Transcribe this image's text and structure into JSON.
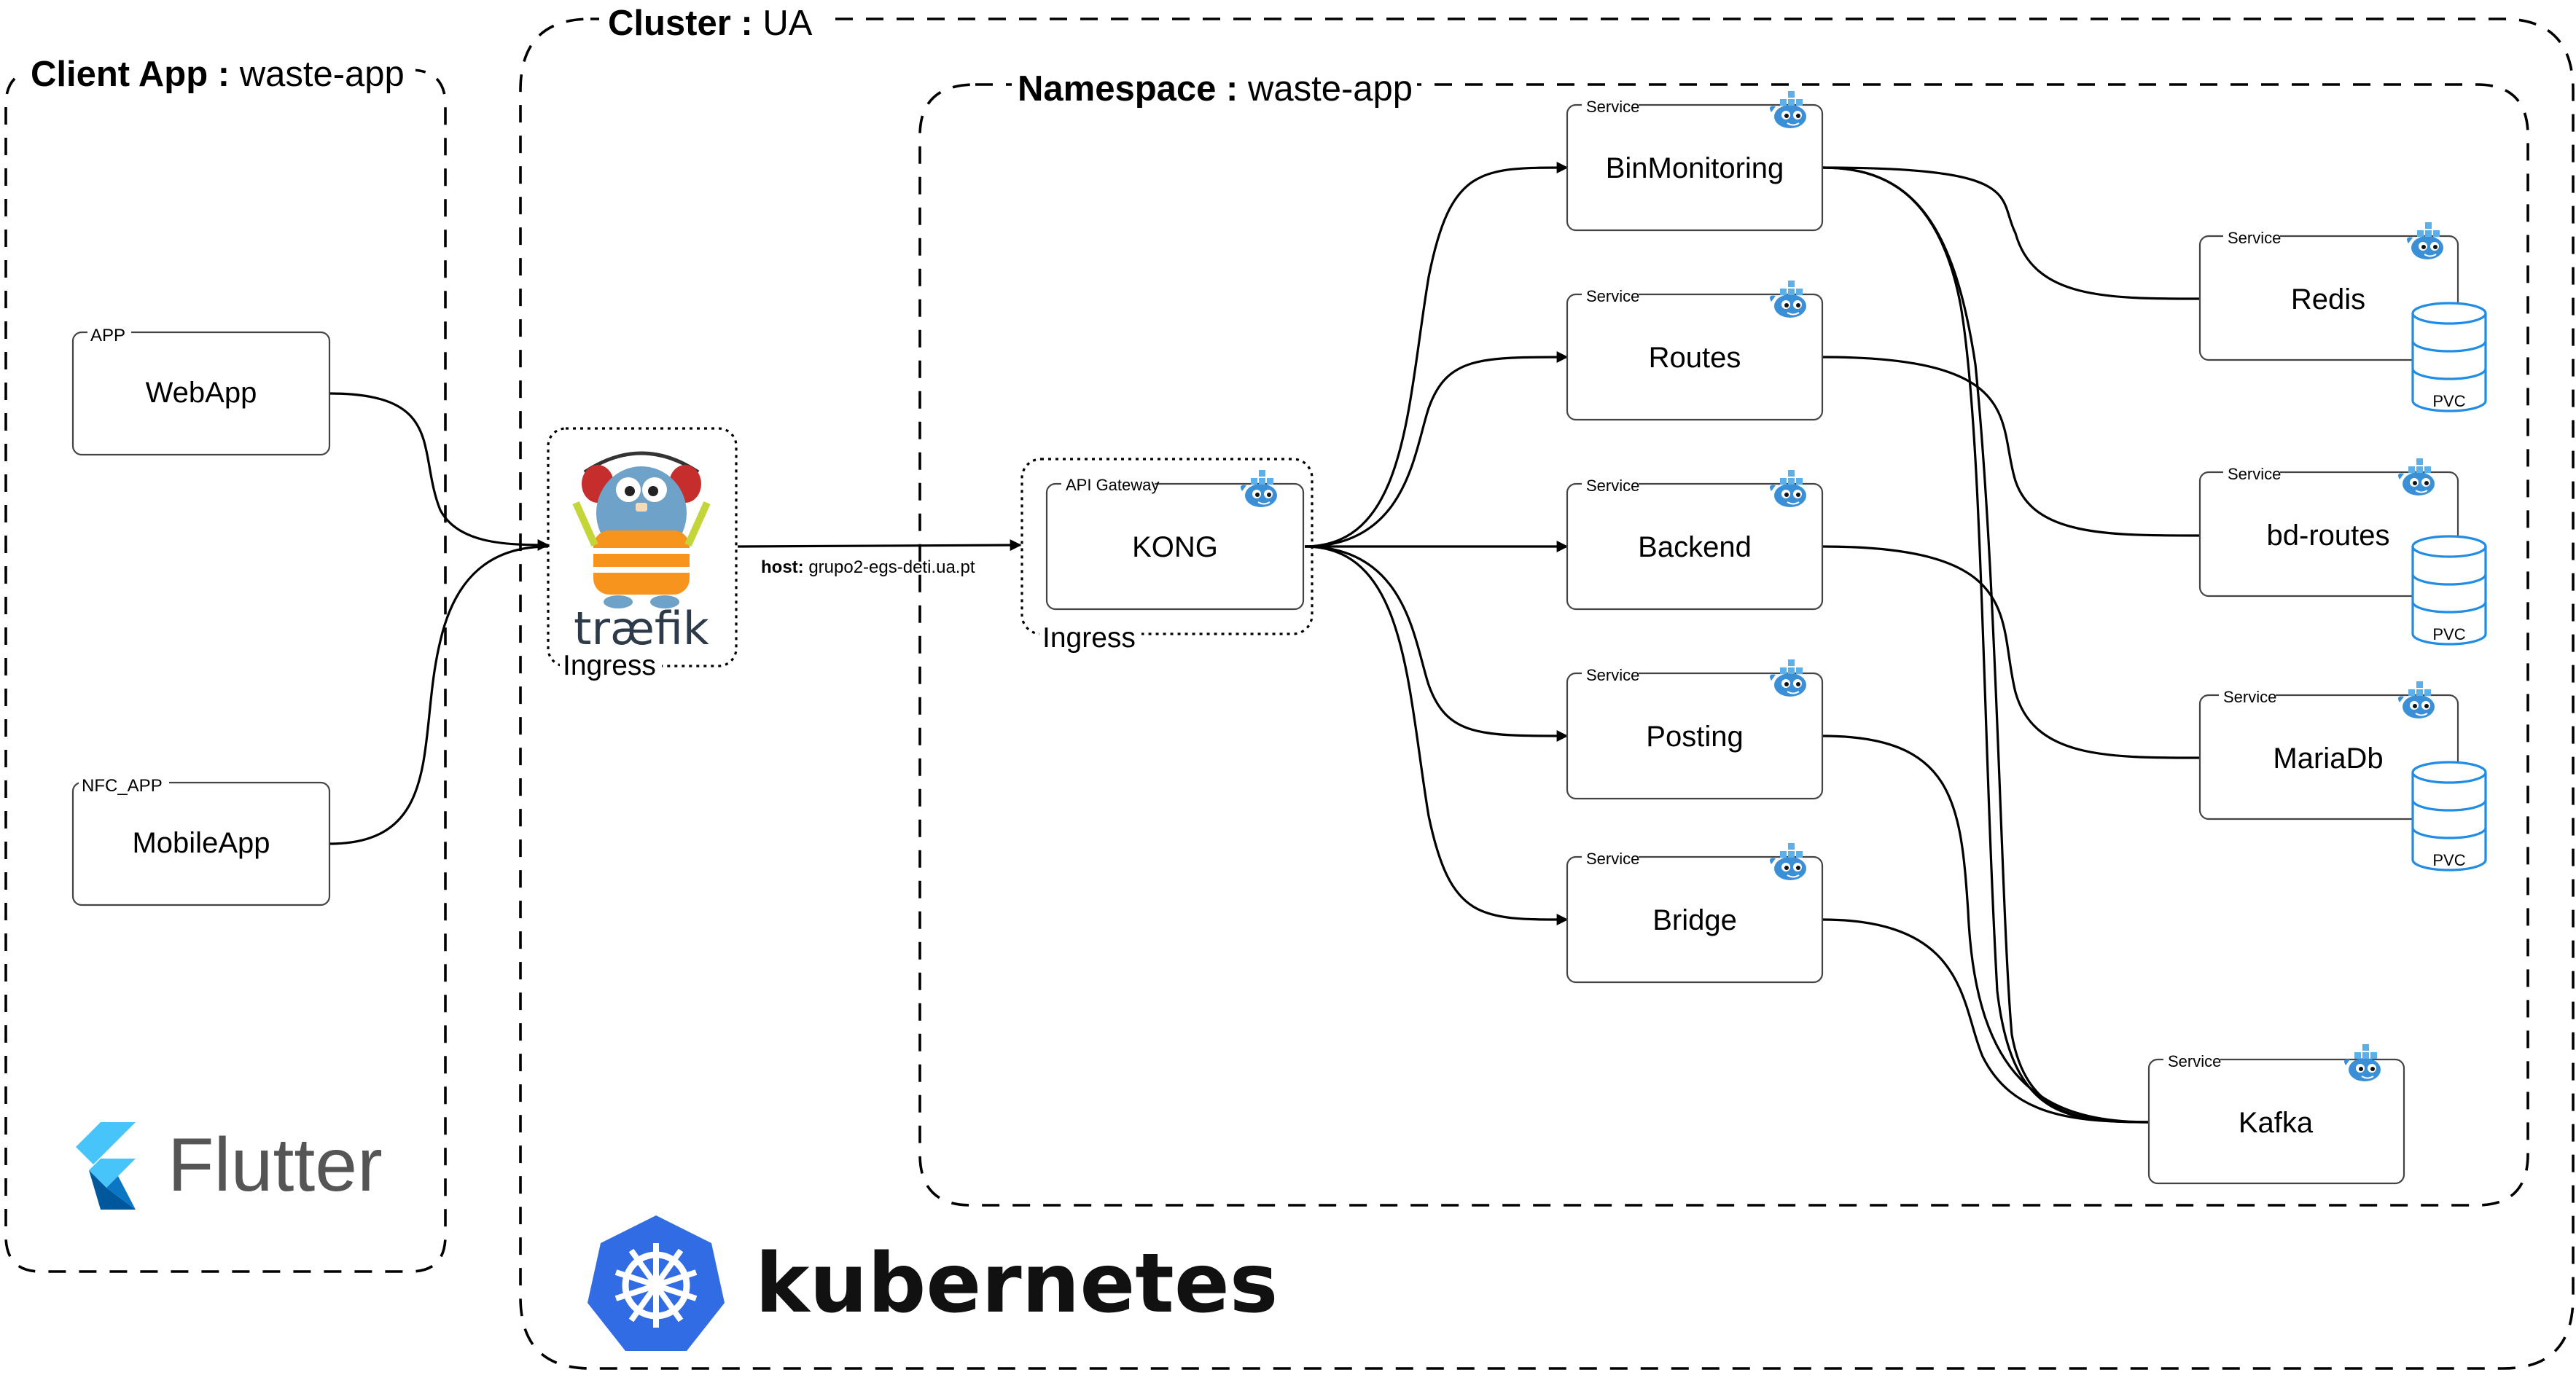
{
  "groups": {
    "client": {
      "bold": "Client App :",
      "name": "waste-app"
    },
    "cluster": {
      "bold": "Cluster :",
      "name": "UA"
    },
    "namespace": {
      "bold": "Namespace :",
      "name": "waste-app"
    }
  },
  "apps": {
    "webapp": {
      "tag": "APP",
      "name": "WebApp"
    },
    "mobileapp": {
      "tag": "NFC_APP",
      "name": "MobileApp"
    }
  },
  "traefik": {
    "logo_text": "træfik",
    "caption": "Ingress"
  },
  "host": {
    "bold": "host:",
    "value": "grupo2-egs-deti.ua.pt"
  },
  "kong": {
    "tag": "API Gateway",
    "name": "KONG",
    "caption": "Ingress"
  },
  "services": {
    "binmonitoring": {
      "tag": "Service",
      "name": "BinMonitoring"
    },
    "routes": {
      "tag": "Service",
      "name": "Routes"
    },
    "backend": {
      "tag": "Service",
      "name": "Backend"
    },
    "posting": {
      "tag": "Service",
      "name": "Posting"
    },
    "bridge": {
      "tag": "Service",
      "name": "Bridge"
    },
    "redis": {
      "tag": "Service",
      "name": "Redis",
      "volume": "PVC"
    },
    "bdroutes": {
      "tag": "Service",
      "name": "bd-routes",
      "volume": "PVC"
    },
    "mariadb": {
      "tag": "Service",
      "name": "MariaDb",
      "volume": "PVC"
    },
    "kafka": {
      "tag": "Service",
      "name": "Kafka"
    }
  },
  "logos": {
    "flutter": {
      "text": "Flutter",
      "icon": "flutter-logo-icon"
    },
    "kubernetes": {
      "text": "kubernetes",
      "icon": "kubernetes-helm-icon"
    }
  },
  "icons": {
    "service": "docker-whale-icon",
    "volume": "database-cylinder-icon"
  },
  "colors": {
    "flutter_light": "#47c5fb",
    "flutter_dark": "#01579b",
    "kubernetes_blue": "#326ce5",
    "docker_blue": "#3a8fd6",
    "pvc_blue": "#1f8ce6",
    "gopher_orange": "#f7941d",
    "gopher_blue": "#6fa2c8"
  }
}
